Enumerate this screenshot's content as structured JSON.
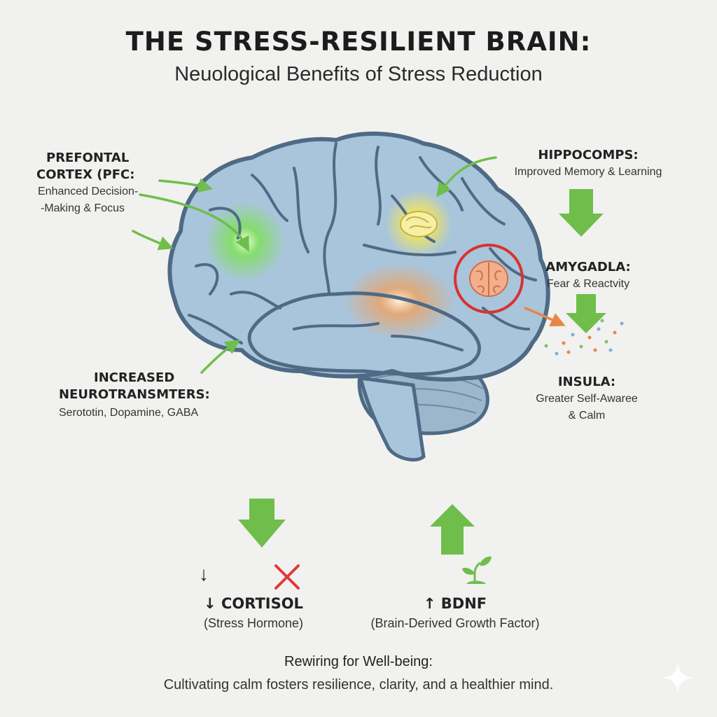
{
  "header": {
    "title": "THE STRESS-RESILIENT BRAIN:",
    "subtitle": "Neuological Benefits of Stress Reduction"
  },
  "regions": {
    "pfc": {
      "title_line1": "PREFONTAL",
      "title_line2": "CORTEX (PFC:",
      "desc_line1": "Enhanced Decision-",
      "desc_line2": "-Making & Focus"
    },
    "hippocampus": {
      "title": "HIPPOCOMPS:",
      "desc": "Improved Memory & Learning"
    },
    "amygdala": {
      "title": "AMYGADLA:",
      "desc": "Fear & Reactvity"
    },
    "insula": {
      "title": "INSULA:",
      "desc_line1": "Greater Self-Awaree",
      "desc_line2": "& Calm"
    },
    "neurotransmitters": {
      "title_line1": "INCREASED",
      "title_line2": "NEUROTRANSMTERS:",
      "desc": "Serototin, Dopamine, GABA"
    }
  },
  "cortisol": {
    "small_arrow": "↓",
    "title": "↓ CORTISOL",
    "desc": "(Stress Hormone)"
  },
  "bdnf": {
    "title": "↑ BDNF",
    "desc": "(Brain-Derived Growth Factor)"
  },
  "footer": {
    "title": "Rewiring for Well-being:",
    "desc": "Cultivating calm fosters resilience, clarity, and a healthier mind."
  },
  "colors": {
    "arrow_green": "#6fbe4c",
    "brain_fill": "#a9c5dc",
    "brain_outline": "#4e6a85",
    "pfc_glow": "#7fe05a",
    "hippocampus_glow": "#f3e65a",
    "amygdala_ring": "#d93232",
    "insula_glow": "#f2a05a",
    "cross_red": "#e03a3a"
  }
}
